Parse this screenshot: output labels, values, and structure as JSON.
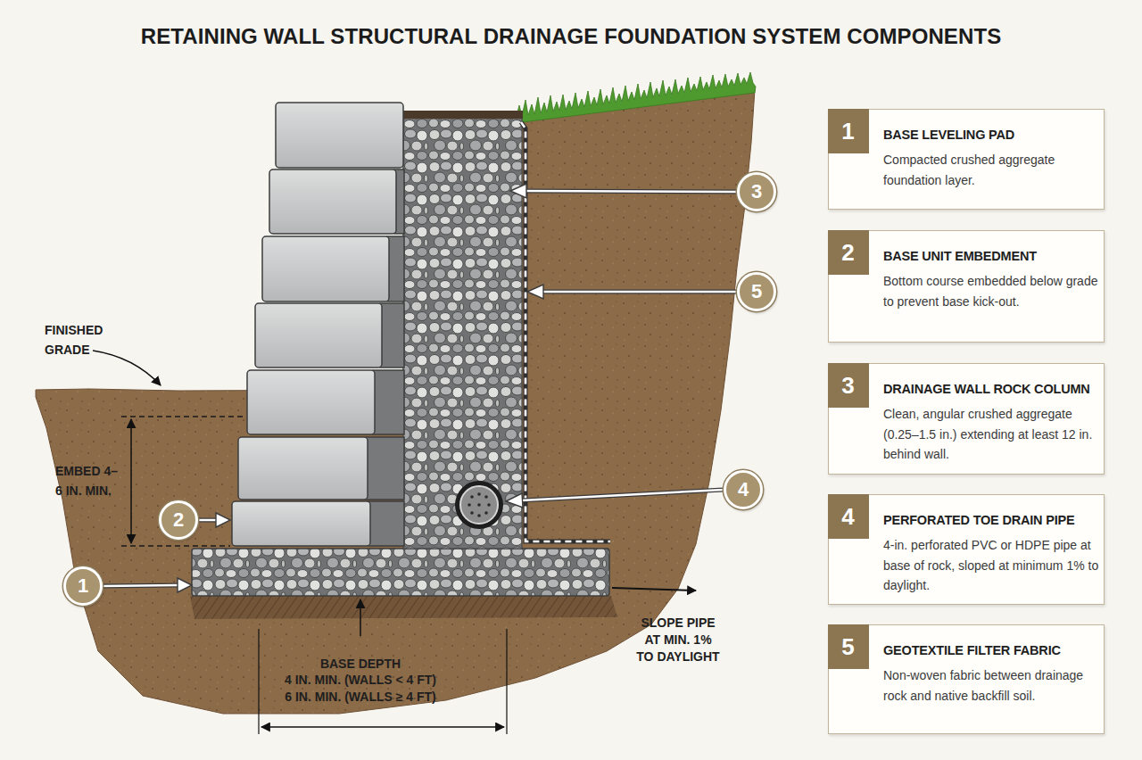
{
  "diagram": {
    "title": "RETAINING WALL STRUCTURAL DRAINAGE FOUNDATION SYSTEM COMPONENTS",
    "nodes": [
      {
        "text": [
          "3"
        ]
      },
      {
        "text": [
          "5"
        ]
      },
      {
        "text": [
          "4"
        ]
      },
      {
        "text": [
          "2"
        ]
      },
      {
        "text": [
          "1"
        ]
      },
      {
        "text": [
          "1",
          "BASE LEVELING PAD",
          "Compacted crushed aggregate foundation layer."
        ]
      },
      {
        "text": [
          "2",
          "BASE UNIT EMBEDMENT",
          "Bottom course embedded below grade to prevent base kick-out."
        ]
      },
      {
        "text": [
          "3",
          "DRAINAGE WALL ROCK COLUMN",
          "Clean, angular crushed aggregate (0.25–1.5 in.) extending at least 12 in. behind wall."
        ]
      },
      {
        "text": [
          "4",
          "PERFORATED TOE DRAIN PIPE",
          "4-in. perforated PVC or HDPE pipe at base of rock, sloped at minimum 1% to daylight."
        ]
      },
      {
        "text": [
          "5",
          "GEOTEXTILE FILTER FABRIC",
          "Non-woven fabric between drainage rock and native backfill soil."
        ]
      }
    ],
    "labels": [
      "FINISHED GRADE",
      "EMBED 4–6 IN. MIN.",
      "BASE DEPTH",
      "4 IN. MIN. (WALLS < 4 FT)",
      "6 IN. MIN. (WALLS ≥ 4 FT)",
      "SLOPE PIPE AT MIN. 1% TO DAYLIGHT"
    ]
  }
}
